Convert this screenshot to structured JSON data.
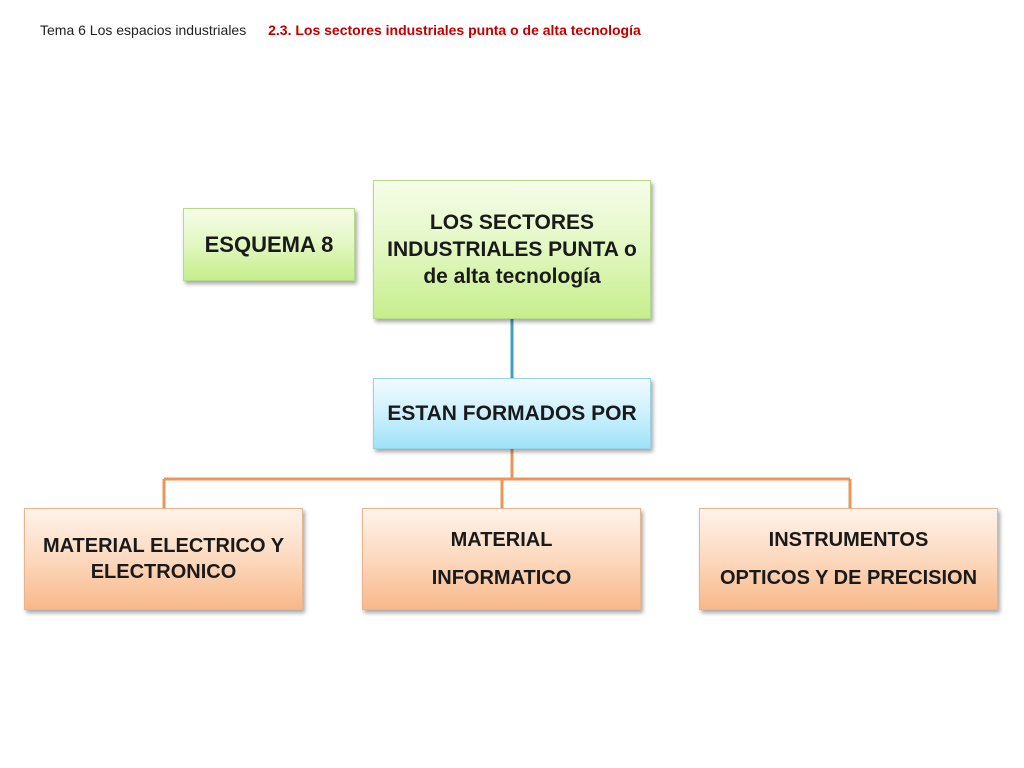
{
  "header": {
    "title": "Tema 6 Los espacios industriales",
    "subtitle": "2.3. Los sectores industriales  punta o de alta tecnología"
  },
  "diagram": {
    "label": "ESQUEMA 8",
    "root": "LOS SECTORES INDUSTRIALES PUNTA o de alta tecnología",
    "connector": "ESTAN FORMADOS POR",
    "children": [
      {
        "line1": "MATERIAL ELECTRICO Y ELECTRONICO"
      },
      {
        "line1": "MATERIAL",
        "line2": "INFORMATICO"
      },
      {
        "line1": "INSTRUMENTOS",
        "line2": "OPTICOS Y DE PRECISION"
      }
    ]
  },
  "colors": {
    "subtitle": "#c00000",
    "link_top": "#3f9fc6",
    "link_bottom": "#e9965a"
  }
}
